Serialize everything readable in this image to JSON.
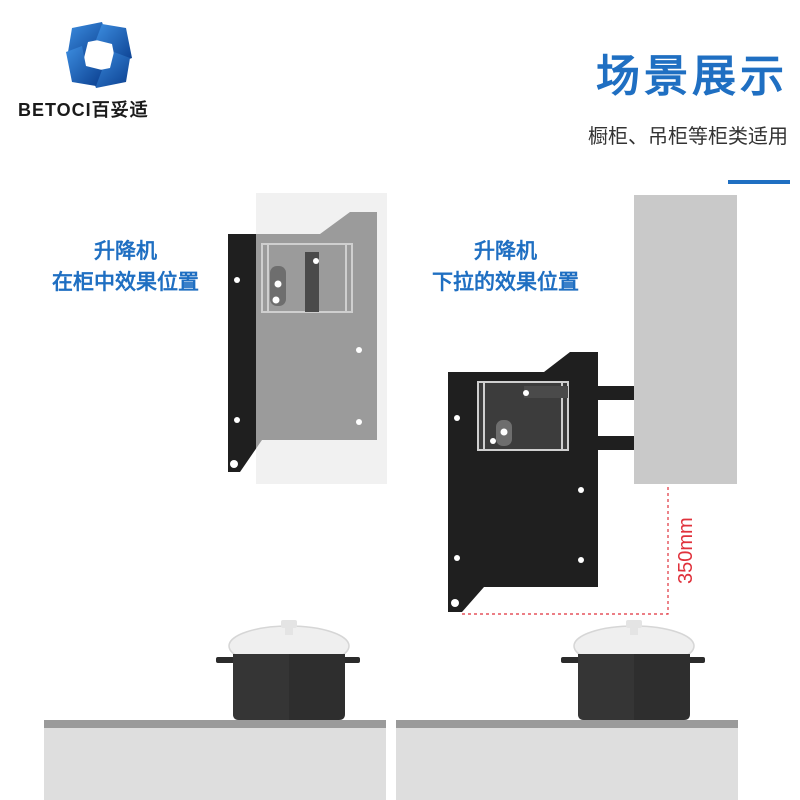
{
  "brand": {
    "name": "BETOCI",
    "name_cn": "百妥适",
    "color": "#1f6fc2"
  },
  "header": {
    "title": "场景展示",
    "subtitle": "橱柜、吊柜等柜类适用"
  },
  "captions": {
    "left_line1": "升降机",
    "left_line2": "在柜中效果位置",
    "right_line1": "升降机",
    "right_line2": "下拉的效果位置"
  },
  "measurement": {
    "label": "350mm",
    "color": "#e0323c"
  },
  "icons": {
    "logo": "logo-icon",
    "pot_left": "pot-icon",
    "pot_right": "pot-icon"
  }
}
